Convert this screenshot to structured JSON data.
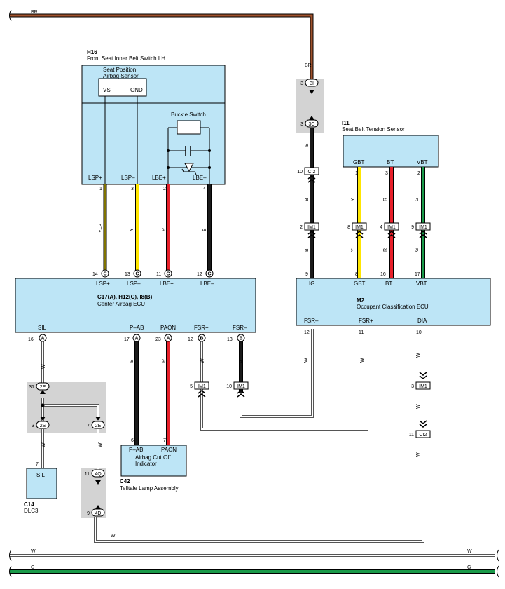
{
  "components": {
    "h16": {
      "code": "H16",
      "name": "Front Seat Inner Belt Switch LH",
      "sensor": "Seat Position\nAirbag Sensor",
      "vs": "VS",
      "gnd": "GND",
      "buckle": "Buckle Switch",
      "pins": [
        {
          "num": "1",
          "name": "LSP+"
        },
        {
          "num": "3",
          "name": "LSP–"
        },
        {
          "num": "2",
          "name": "LBE+"
        },
        {
          "num": "4",
          "name": "LBE–"
        }
      ]
    },
    "i11": {
      "code": "I11",
      "name": "Seat Belt Tension Sensor",
      "pins": [
        {
          "num": "1",
          "name": "GBT"
        },
        {
          "num": "3",
          "name": "BT"
        },
        {
          "num": "2",
          "name": "VBT"
        }
      ]
    },
    "c17": {
      "code": "C17(A), H12(C), I8(B)",
      "name": "Center Airbag ECU",
      "top_pins": [
        {
          "num": "14",
          "letter": "C",
          "name": "LSP+"
        },
        {
          "num": "13",
          "letter": "C",
          "name": "LSP–"
        },
        {
          "num": "11",
          "letter": "C",
          "name": "LBE+"
        },
        {
          "num": "12",
          "letter": "C",
          "name": "LBE–"
        }
      ],
      "bottom_pins": [
        {
          "num": "16",
          "letter": "A",
          "name": "SIL"
        },
        {
          "num": "17",
          "letter": "A",
          "name": "P–AB"
        },
        {
          "num": "23",
          "letter": "A",
          "name": "PAON"
        },
        {
          "num": "12",
          "letter": "B",
          "name": "FSR+"
        },
        {
          "num": "13",
          "letter": "B",
          "name": "FSR–"
        }
      ]
    },
    "m2": {
      "code": "M2",
      "name": "Occupant Classification ECU",
      "top_pins": [
        {
          "num": "9",
          "name": "IG"
        },
        {
          "num": "8",
          "name": "GBT"
        },
        {
          "num": "16",
          "name": "BT"
        },
        {
          "num": "17",
          "name": "VBT"
        }
      ],
      "bottom_pins": [
        {
          "num": "12",
          "name": "FSR–"
        },
        {
          "num": "11",
          "name": "FSR+"
        },
        {
          "num": "10",
          "name": "DIA"
        }
      ]
    },
    "c42": {
      "code": "C42",
      "name": "Telltale Lamp Assembly",
      "inner": "Airbag Cut Off\nIndicator",
      "pins": [
        {
          "num": "6",
          "name": "P–AB"
        },
        {
          "num": "7",
          "name": "PAON"
        }
      ]
    },
    "c14": {
      "code": "C14",
      "name": "DLC3",
      "pin_num": "7",
      "pin_name": "SIL"
    }
  },
  "junctions": {
    "j3i": {
      "pin": "3",
      "id": "3I"
    },
    "j3c": {
      "pin": "3",
      "id": "3C"
    },
    "j2e_top": {
      "pin": "31",
      "id": "2E"
    },
    "j2s": {
      "pin": "3",
      "id": "2S"
    },
    "j2e_right": {
      "pin": "7",
      "id": "2E"
    },
    "j4q": {
      "pin": "11",
      "id": "4Q"
    },
    "j4d": {
      "pin": "9",
      "id": "4D"
    }
  },
  "connectors": {
    "ci2_top": {
      "pin": "10",
      "id": "CI2"
    },
    "im1_ig": {
      "pin": "2",
      "id": "IM1"
    },
    "im1_gbt": {
      "pin": "8",
      "id": "IM1"
    },
    "im1_bt": {
      "pin": "4",
      "id": "IM1"
    },
    "im1_vbt": {
      "pin": "9",
      "id": "IM1"
    },
    "im1_fsrp": {
      "pin": "5",
      "id": "IM1"
    },
    "im1_fsrm": {
      "pin": "10",
      "id": "IM1"
    },
    "im1_dia": {
      "pin": "3",
      "id": "IM1"
    },
    "ci2_dia": {
      "pin": "11",
      "id": "CI2"
    }
  },
  "wire_colors": {
    "br_top": "BR",
    "br_vert": "BR",
    "b_1": "B",
    "b_2": "B",
    "b_3": "B",
    "y_gbt_1": "Y",
    "y_gbt_2": "Y",
    "r_bt_1": "R",
    "r_bt_2": "R",
    "g_vbt_1": "G",
    "g_vbt_2": "G",
    "yb_lsp": "Y–B",
    "y_lsm": "Y",
    "r_lbe": "R",
    "b_lbm": "B",
    "w_sil": "W",
    "b_pab": "B",
    "r_paon": "R",
    "w_fsrp": "W",
    "b_fsrm": "B",
    "w_m2fsrm": "W",
    "w_m2fsrp": "W",
    "w_dia_1": "W",
    "w_dia_2": "W",
    "w_dia_3": "W",
    "w_2s": "W",
    "w_2e": "W",
    "w_bottom": "W",
    "bus_w_left": "W",
    "bus_w_right": "W",
    "bus_g_left": "G",
    "bus_g_right": "G"
  },
  "colors": {
    "ecu_fill": "#bde5f6",
    "junction_fill": "#d3d3d3",
    "br": "#a0522d",
    "yellow": "#ffe600",
    "red": "#e8202a",
    "green": "#1a9a49",
    "black": "#1a1a1a",
    "white_wire_edge": "#555555"
  }
}
